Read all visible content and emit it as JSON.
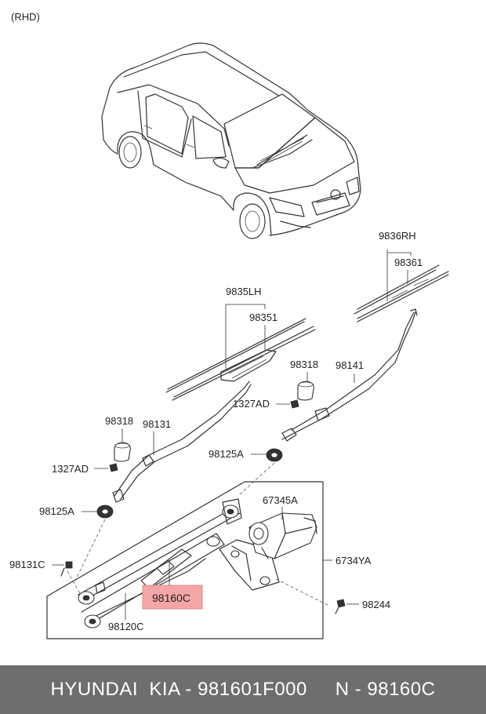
{
  "variant_label": "(RHD)",
  "callouts": {
    "rh_blade_assy": "9836RH",
    "rh_refill": "98361",
    "lh_blade_assy": "9835LH",
    "lh_refill": "98351",
    "cap_right": "98318",
    "arm_right": "98141",
    "nut_right": "1327AD",
    "cap_left": "98318",
    "arm_left": "98131",
    "washer_right": "98125A",
    "nut_left": "1327AD",
    "washer_left": "98125A",
    "motor": "67345A",
    "bolt_left": "98131C",
    "linkage_assy": "6734YA",
    "linkage_highlighted": "98160C",
    "linkage_lower": "98120C",
    "bolt_right": "98244"
  },
  "highlight_color": "#f4a6a6",
  "footer": {
    "text": "HYUNDAI  KIA - 981601F000     N - 98160C",
    "background": "#6e6e6e"
  }
}
